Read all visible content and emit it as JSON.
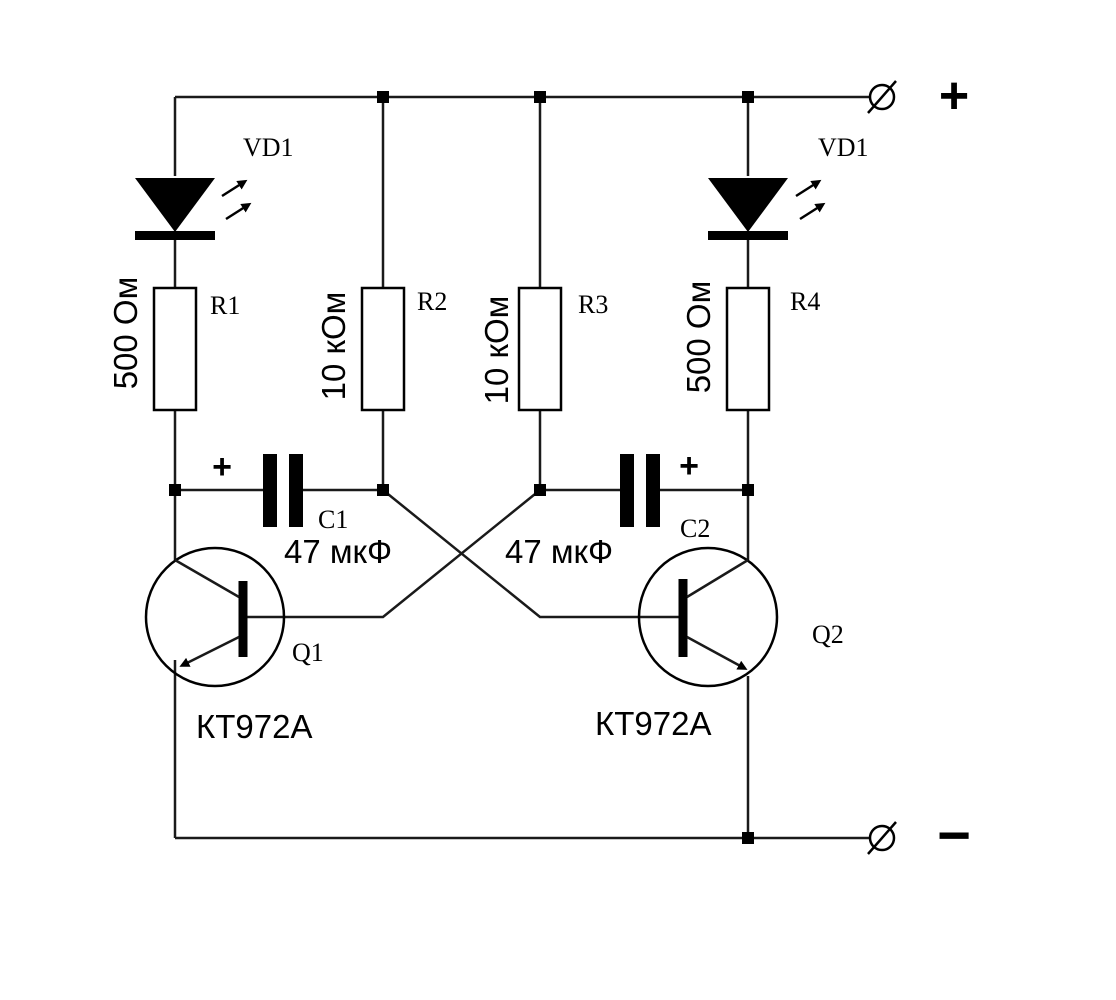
{
  "led_left": {
    "designator": "VD1"
  },
  "led_right": {
    "designator": "VD1"
  },
  "r1": {
    "designator": "R1",
    "value": "500 Ом"
  },
  "r2": {
    "designator": "R2",
    "value": "10 кОм"
  },
  "r3": {
    "designator": "R3",
    "value": "10 кОм"
  },
  "r4": {
    "designator": "R4",
    "value": "500 Ом"
  },
  "c1": {
    "designator": "C1",
    "value": "47 мкФ",
    "polarity": "+"
  },
  "c2": {
    "designator": "C2",
    "value": "47 мкФ",
    "polarity": "+"
  },
  "q1": {
    "designator": "Q1",
    "part": "КТ972А"
  },
  "q2": {
    "designator": "Q2",
    "part": "КТ972А"
  },
  "supply": {
    "positive": "+",
    "negative": "−"
  },
  "colors": {
    "ink": "#000000",
    "background": "#ffffff"
  }
}
